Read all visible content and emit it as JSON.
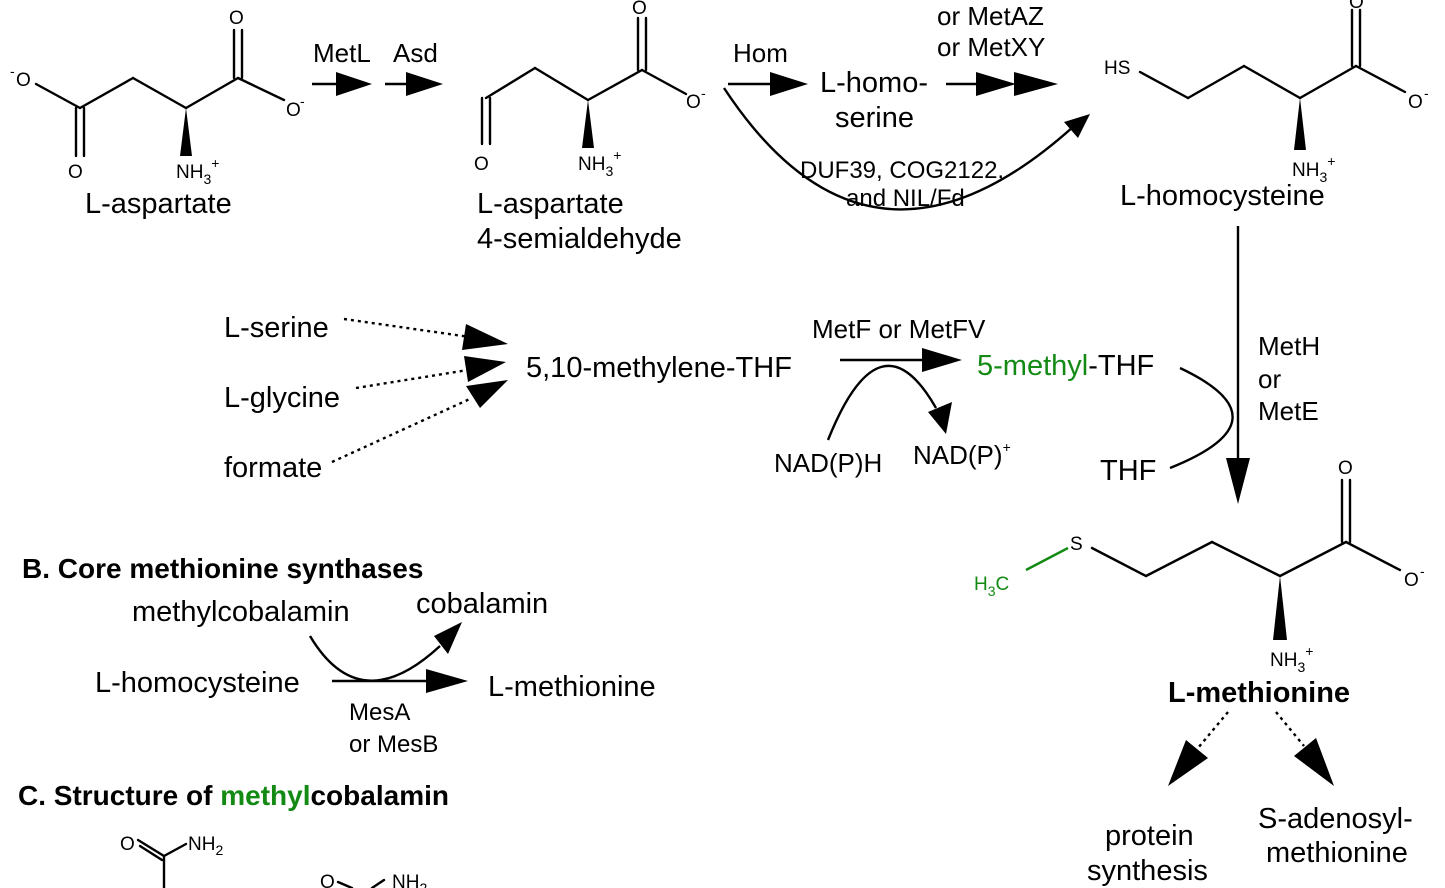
{
  "compounds": {
    "aspartate": "L-aspartate",
    "semialdehyde_l1": "L-aspartate",
    "semialdehyde_l2": "4-semialdehyde",
    "homoserine_l1": "L-homo-",
    "homoserine_l2": "serine",
    "homocysteine": "L-homocysteine",
    "serine": "L-serine",
    "glycine": "L-glycine",
    "formate": "formate",
    "methylene_thf": "5,10-methylene-THF",
    "methyl_thf_green": "5-methyl",
    "methyl_thf_rest": "-THF",
    "thf": "THF",
    "nadph": "NAD(P)H",
    "nadp_base": "NAD(P)",
    "nadp_sup": "+",
    "methionine": "L-methionine",
    "protein_l1": "protein",
    "protein_l2": "synthesis",
    "sam_l1": "S-adenosyl-",
    "sam_l2": "methionine"
  },
  "enzymes": {
    "metl": "MetL",
    "asd": "Asd",
    "hom": "Hom",
    "metaz": "or MetAZ",
    "metxy": "or MetXY",
    "duf_l1": "DUF39, COG2122,",
    "duf_l2": "and NIL/Fd",
    "metf": "MetF or MetFV",
    "meth_l1": "MetH",
    "meth_l2": "or",
    "meth_l3": "MetE"
  },
  "atoms": {
    "O": "O",
    "O_minus": "O",
    "minus": "-",
    "NH": "NH",
    "sub3": "3",
    "plus": "+",
    "HS": "HS",
    "S": "S",
    "H": "H",
    "C": "C",
    "NH2": "NH",
    "sub2": "2"
  },
  "panel_b": {
    "title": "B. Core methionine synthases",
    "methylcobalamin": "methylcobalamin",
    "cobalamin": "cobalamin",
    "homocysteine": "L-homocysteine",
    "methionine": "L-methionine",
    "mesa": "MesA",
    "mesb": "or MesB"
  },
  "panel_c": {
    "title_prefix": "C. Structure of ",
    "title_green": "methyl",
    "title_suffix": "cobalamin"
  }
}
